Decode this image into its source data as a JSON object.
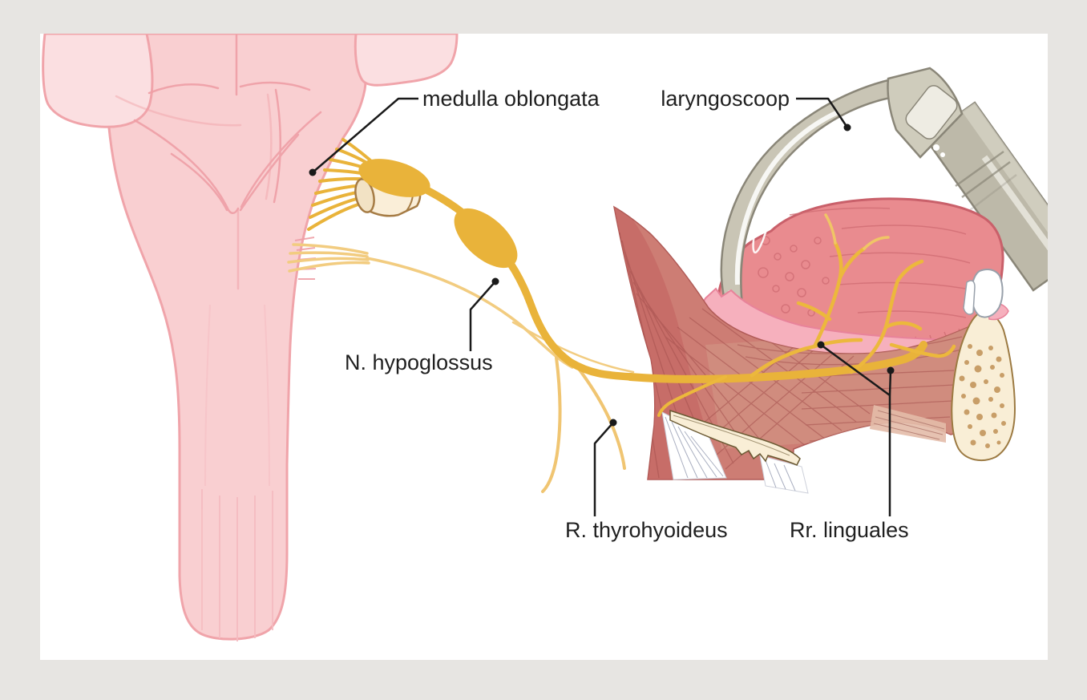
{
  "illustration": {
    "labels": {
      "medulla_oblongata": "medulla oblongata",
      "laryngoscoop": "laryngoscoop",
      "n_hypoglossus": "N. hypoglossus",
      "r_thyrohyoideus": "R. thyrohyoideus",
      "rr_linguales": "Rr. linguales"
    },
    "colors": {
      "background": "#e7e5e2",
      "canvas": "#ffffff",
      "brainstem_fill": "#f9cfd1",
      "brainstem_light": "#fbdfe1",
      "brainstem_outline": "#f0a4aa",
      "nerve_gold": "#e9b33a",
      "nerve_gold_bright": "#ecb83c",
      "nerve_pale": "#f2cc80",
      "tube_fill": "#faeed8",
      "tube_outline": "#a67c45",
      "tongue_fill": "#e98b8f",
      "tongue_outline": "#c9606a",
      "mucosa_fill": "#f6b0bd",
      "muscle_fill": "#cd7d74",
      "muscle_stria": "#a5504e",
      "bone_fill": "#f9eed6",
      "bone_outline": "#9c7a42",
      "spongy_dot": "#c89e68",
      "scope_metal": "#c9c5b5",
      "scope_outline": "#8a8678",
      "scope_handle": "#bdb9a9",
      "leader_line": "#1a1a1a",
      "label_text": "#1f1f1f"
    }
  }
}
